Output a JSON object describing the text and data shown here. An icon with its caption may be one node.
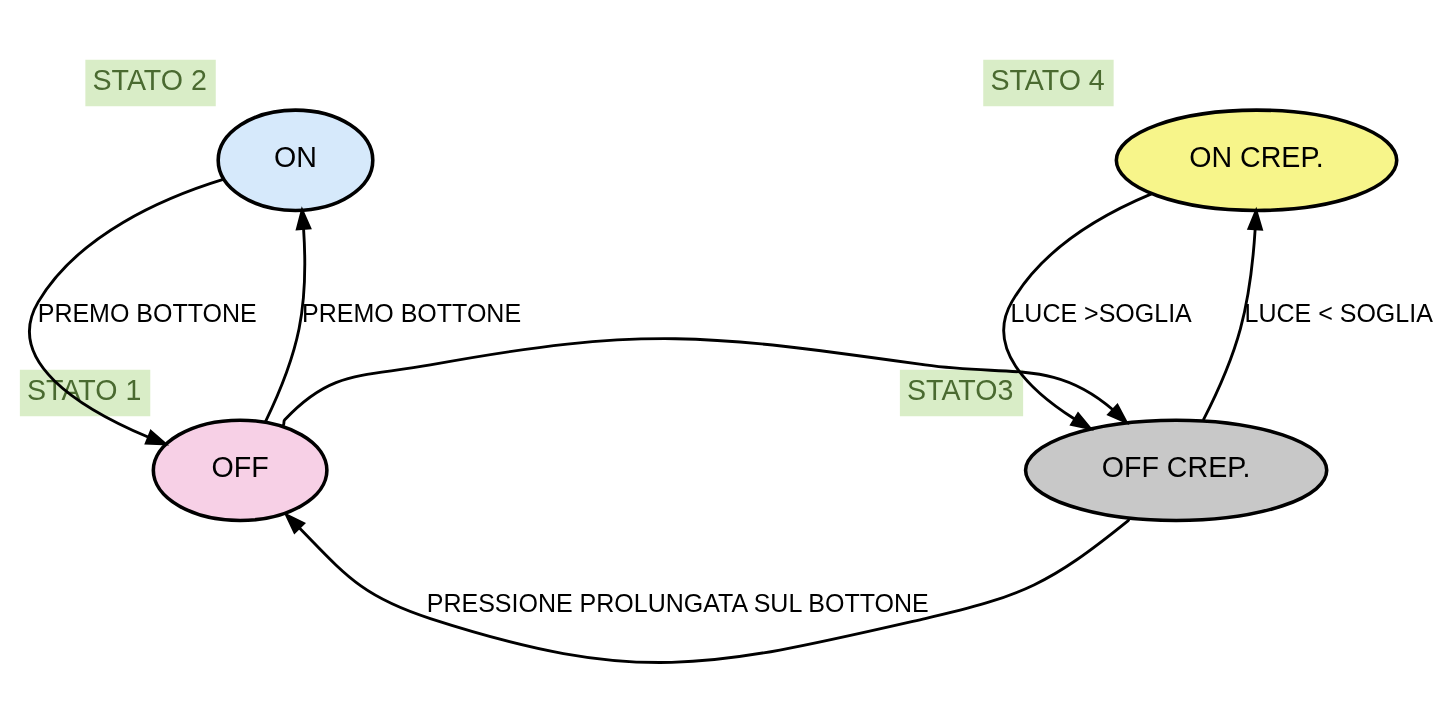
{
  "diagram": {
    "nodes": [
      {
        "text": [
          "ON",
          "STATO 2"
        ]
      },
      {
        "text": [
          "OFF",
          "STATO 1"
        ]
      },
      {
        "text": [
          "ON CREP.",
          "STATO 4"
        ]
      },
      {
        "text": [
          "OFF CREP.",
          "STATO3"
        ]
      }
    ],
    "edges": [
      {
        "from": 0,
        "to": 1,
        "arrow": "to",
        "label": "PREMO BOTTONE"
      },
      {
        "from": 1,
        "to": 0,
        "arrow": "to",
        "label": "PREMO BOTTONE"
      },
      {
        "from": 3,
        "to": 2,
        "arrow": "to",
        "label": "LUCE < SOGLIA"
      },
      {
        "from": 2,
        "to": 3,
        "arrow": "to",
        "label": "LUCE >SOGLIA"
      },
      {
        "from": 1,
        "to": 3,
        "arrow": "to"
      },
      {
        "from": 3,
        "to": 1,
        "arrow": "to",
        "label": "PRESSIONE PROLUNGATA SUL BOTTONE"
      }
    ]
  }
}
